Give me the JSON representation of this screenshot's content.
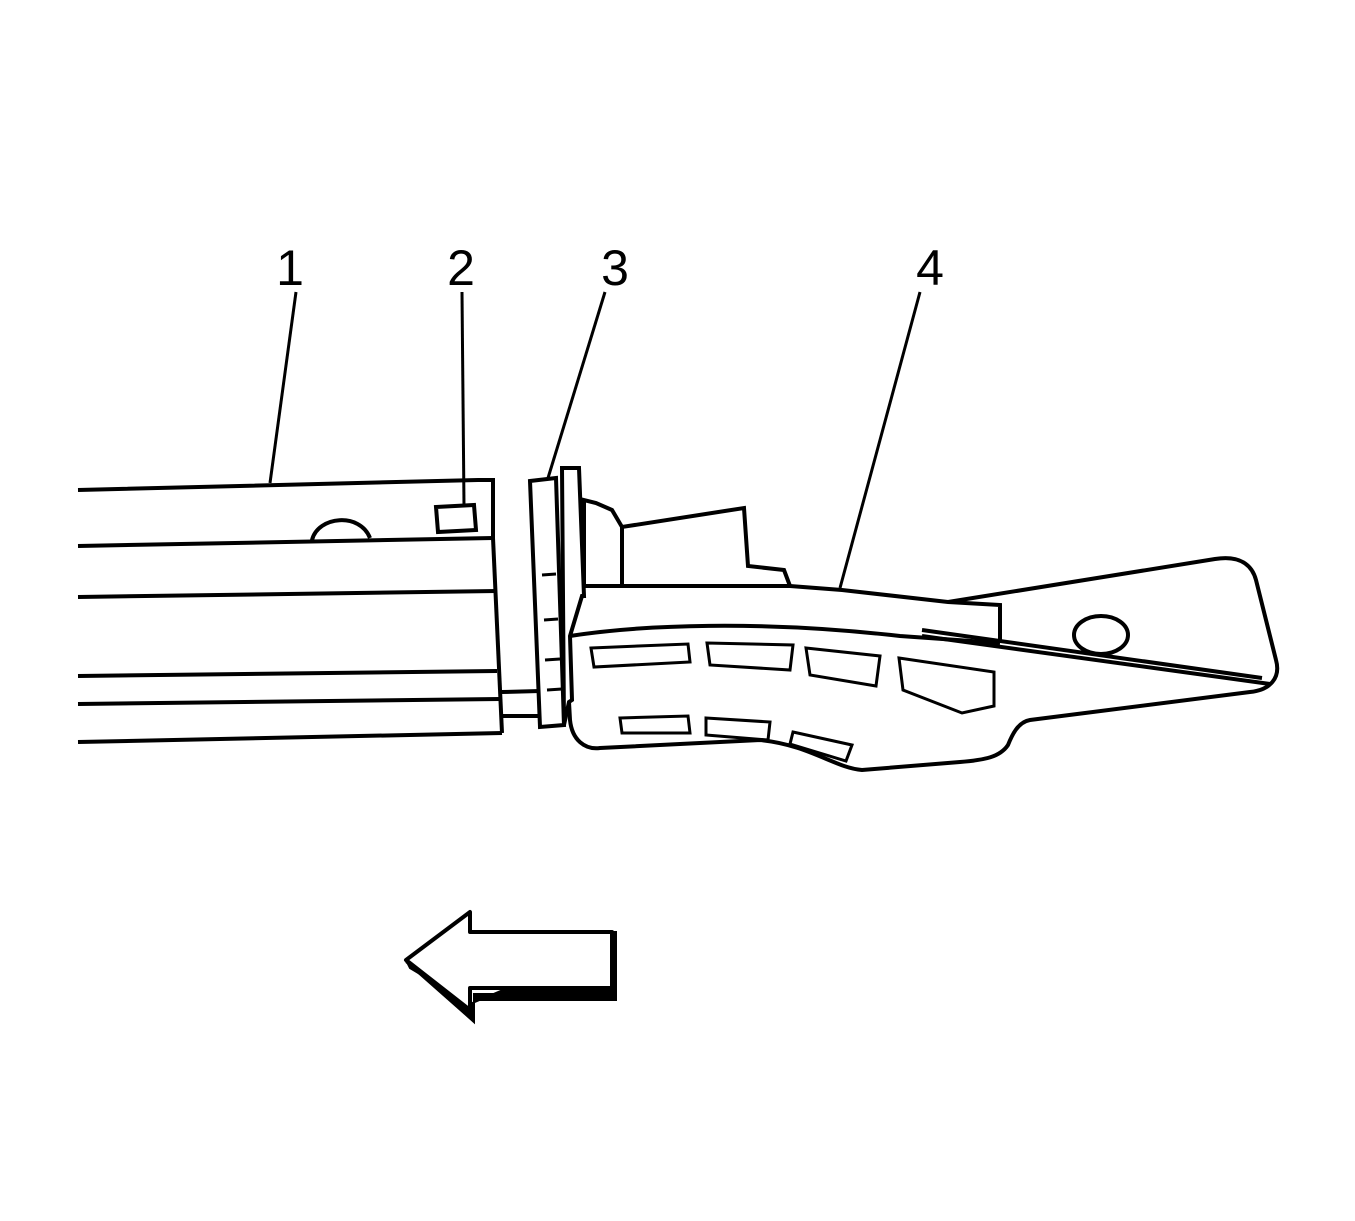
{
  "callouts": [
    {
      "label": "1"
    },
    {
      "label": "2"
    },
    {
      "label": "3"
    },
    {
      "label": "4"
    }
  ],
  "icons": {
    "direction_arrow": "left-arrow-icon"
  },
  "colors": {
    "line": "#000000",
    "background": "#ffffff"
  }
}
